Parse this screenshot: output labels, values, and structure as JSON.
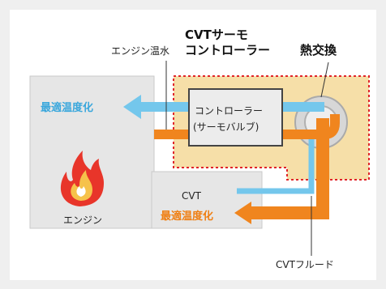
{
  "labels": {
    "engine_water": "エンジン温水",
    "cvt_thermo_line1": "CVTサーモ",
    "cvt_thermo_line2": "コントローラー",
    "heat_exchanger": "熱交換",
    "optimal_temp_engine": "最適温度化",
    "controller_line1": "コントローラー",
    "controller_line2": "(サーモバルブ)",
    "engine": "エンジン",
    "cvt": "CVT",
    "optimal_temp_cvt": "最適温度化",
    "cvt_fluid": "CVTフルード"
  },
  "colors": {
    "background": "#efefef",
    "panel": "#ffffff",
    "box_fill": "#e6e6e6",
    "water_arrow": "#74c7ec",
    "fluid_arrow": "#f0851e",
    "thermo_region_fill": "#f6dfa8",
    "thermo_region_border": "#e0242a",
    "optimal_engine_text": "#3aa7dc",
    "optimal_cvt_text": "#ef7f13",
    "flame": "#e8352a"
  }
}
